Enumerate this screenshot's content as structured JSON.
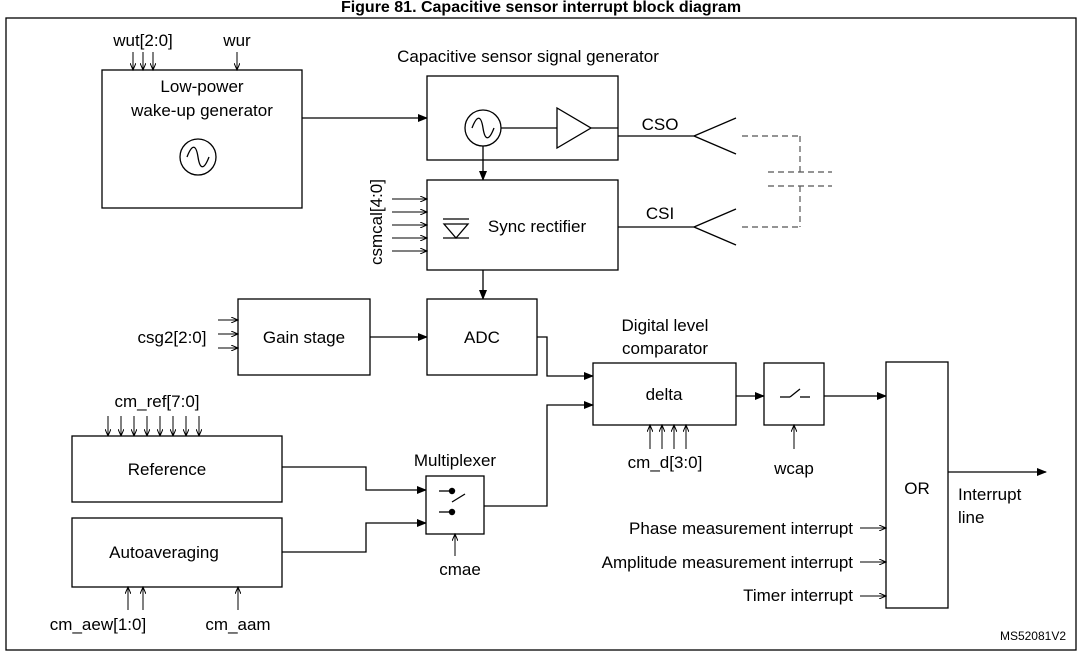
{
  "title": "Figure 81. Capacitive sensor interrupt block diagram",
  "blocks": {
    "wakeup_line1": "Low-power",
    "wakeup_line2": "wake-up generator",
    "csg_title": "Capacitive sensor signal generator",
    "sync_rectifier": "Sync rectifier",
    "gain_stage": "Gain stage",
    "adc": "ADC",
    "dlc_line1": "Digital level",
    "dlc_line2": "comparator",
    "delta": "delta",
    "reference": "Reference",
    "autoaveraging": "Autoaveraging",
    "multiplexer": "Multiplexer",
    "or_gate": "OR"
  },
  "signals": {
    "wut": "wut[2:0]",
    "wur": "wur",
    "cso": "CSO",
    "csi": "CSI",
    "csmcal": "csmcal[4:0]",
    "csg2": "csg2[2:0]",
    "cm_ref": "cm_ref[7:0]",
    "cm_d": "cm_d[3:0]",
    "wcap": "wcap",
    "cmae": "cmae",
    "cm_aew": "cm_aew[1:0]",
    "cm_aam": "cm_aam",
    "interrupt_line1": "Interrupt",
    "interrupt_line2": "line",
    "phase_int": "Phase measurement interrupt",
    "amplitude_int": "Amplitude measurement interrupt",
    "timer_int": "Timer interrupt"
  },
  "figure_id": "MS52081V2"
}
